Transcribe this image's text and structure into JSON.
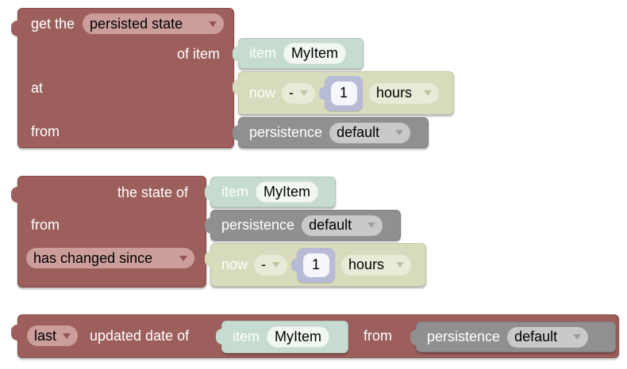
{
  "workspace": {
    "background": "#ffffff"
  },
  "colors": {
    "workspace_bg": "#ffffff",
    "red_block": "#9c5f5b",
    "red_dropdown_bg": "#cb9e9c",
    "teal_block": "#c6dcd0",
    "olive_block": "#d8dbbc",
    "olive_dropdown_bg": "#e9ebd8",
    "gray_block": "#909090",
    "gray_dropdown_bg": "#c9c9c9",
    "number_block": "#b7bbd6",
    "item_field_bg": "#f1f8f2",
    "white_label": "#ffffff",
    "black_text": "#000000"
  },
  "get_persisted_state_block": {
    "prefix_label": "get the",
    "state_type_dropdown_value": "persisted state",
    "of_item_label": "of item",
    "at_label": "at",
    "from_label": "from"
  },
  "state_changed_block": {
    "the_state_of_label": "the state of",
    "from_label": "from",
    "condition_dropdown_value": "has changed since"
  },
  "last_updated_block": {
    "ordinal_dropdown_value": "last",
    "updated_date_of_label": "updated date of",
    "from_label": "from"
  },
  "item_block": {
    "label": "item",
    "name_value": "MyItem"
  },
  "datetime_now_block": {
    "now_label": "now",
    "operator_dropdown_value": "-",
    "amount_value": "1",
    "units_dropdown_value": "hours"
  },
  "persistence_block": {
    "label": "persistence",
    "service_dropdown_value": "default"
  }
}
